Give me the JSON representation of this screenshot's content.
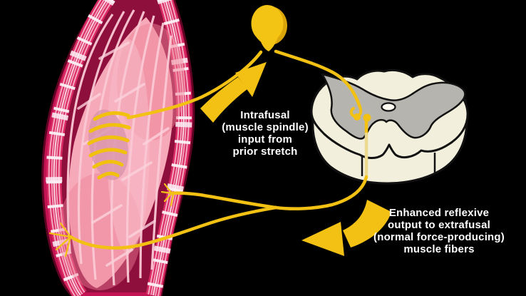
{
  "labels": {
    "afferent_input": "Intrafusal\n(muscle spindle)\ninput from\nprior stretch",
    "efferent_output": "Enhanced reflexive\noutput to extrafusal\n(normal force-producing)\nmuscle fibers"
  },
  "colors": {
    "background": "#000000",
    "nerve_yellow": "#F2C113",
    "nerve_pale_in_white_matter": "#EAD98F",
    "muscle_outer_crimson": "#C41353",
    "muscle_maroon": "#8E0E3C",
    "muscle_inner_pink": "#F6A9B8",
    "striated_band_pink": "#D92A63",
    "spinal_cord_cream": "#F2EFDD",
    "gray_matter": "#B6B4AF",
    "label_text": "#FFFFFF"
  },
  "icons": {
    "muscle": "skeletal-muscle-cutaway",
    "spindle": "muscle-spindle-annulospiral-coil",
    "neuron_soma": "sensory-neuron-cell-body",
    "cord": "spinal-cord-cross-section",
    "input_arrow": "curved-arrow-up-right",
    "output_arrow": "curved-arrow-down-left"
  }
}
